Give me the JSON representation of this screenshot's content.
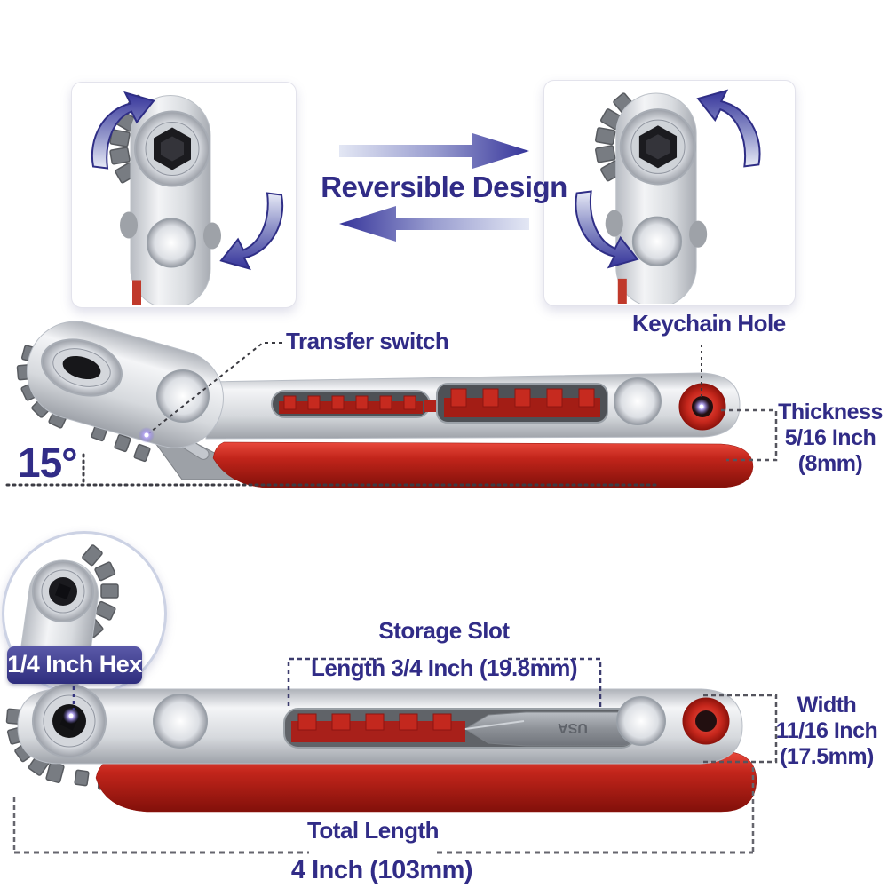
{
  "colors": {
    "accent_text": "#312c87",
    "label_bg": "#3b3a93",
    "label_text": "#ffffff",
    "arrow_dark": "#35349a",
    "arrow_light": "#e3e7f4",
    "metal_light": "#f4f5f7",
    "metal_dark": "#8e9298",
    "red_grip": "#c2251b",
    "glow_dot": "#7e6fe0"
  },
  "header": {
    "reversible_design_label": "Reversible Design"
  },
  "side_view": {
    "transfer_switch_label": "Transfer switch",
    "keychain_hole_label": "Keychain Hole",
    "thickness_label": "Thickness",
    "thickness_value_inch": "5/16 Inch",
    "thickness_value_mm": "(8mm)",
    "angle_label": "15°"
  },
  "top_view": {
    "hex_label": "1/4 Inch Hex",
    "storage_slot_label": "Storage Slot",
    "storage_slot_length_label": "Length 3/4 Inch (19.8mm)",
    "width_label": "Width",
    "width_value_inch": "11/16 Inch",
    "width_value_mm": "(17.5mm)",
    "total_length_label": "Total Length",
    "total_length_value": "4 Inch (103mm)",
    "bit_marking": "USA"
  }
}
